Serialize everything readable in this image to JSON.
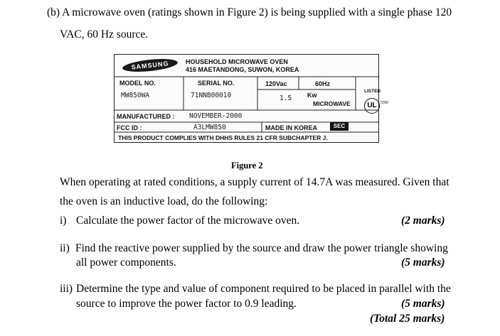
{
  "question": {
    "intro_line1": "(b) A microwave oven (ratings shown in Figure 2) is being supplied with a single phase 120",
    "intro_line2": "VAC, 60 Hz source.",
    "figure_caption": "Figure 2",
    "para_line1": "When operating at rated conditions, a supply current of 14.7A was measured. Given that",
    "para_line2": "the oven is an inductive load, do the following:",
    "parts": [
      {
        "label": "i)",
        "text": "Calculate the power factor of the microwave oven.",
        "marks": "(2 marks)"
      },
      {
        "label": "ii)",
        "text_line1": "Find the reactive power supplied by the source and draw the power triangle showing",
        "text_line2": "all power components.",
        "marks": "(5 marks)"
      },
      {
        "label": "iii)",
        "text_line1": "Determine the type and value of component required to be placed in parallel with the",
        "text_line2": "source to improve the power factor to 0.9 leading.",
        "marks": "(5 marks)"
      }
    ],
    "total": "(Total 25 marks)"
  },
  "nameplate": {
    "brand": "SAMSUNG",
    "header_line1": "HOUSEHOLD MICROWAVE OVEN",
    "header_line2": "416 MAETANDONG, SUWON, KOREA",
    "model_label": "MODEL NO.",
    "model_value": "MW850WA",
    "serial_label": "SERIAL NO.",
    "serial_value": "71NNB00010",
    "voltage": "120Vac",
    "frequency": "60Hz",
    "power_value": "1.5",
    "power_unit": "Kw",
    "power_desc": "MICROWAVE",
    "listed": "LISTED",
    "ul_mark": "UL",
    "ul_code": "725F",
    "manufactured_label": "MANUFACTURED :",
    "manufactured_value": "NOVEMBER-2000",
    "fcc_label": "FCC ID :",
    "fcc_value": "A3LMW850",
    "made_in": "MADE IN KOREA",
    "sec": "SEC",
    "compliance": "THIS PRODUCT COMPLIES WITH DHHS RULES 21 CFR SUBCHAPTER J."
  }
}
